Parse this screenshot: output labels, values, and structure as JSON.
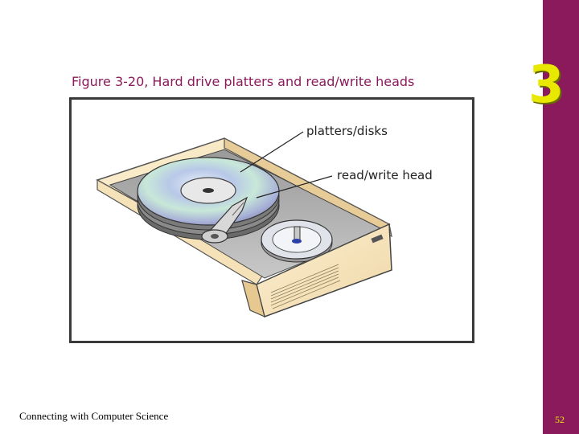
{
  "slide": {
    "chapter_number": "3",
    "figure_caption": "Figure 3-20, Hard drive platters and read/write heads",
    "labels": {
      "platters": "platters/disks",
      "head": "read/write head"
    },
    "footer": "Connecting with Computer Science",
    "page_number": "52"
  },
  "colors": {
    "accent": "#8b1a5c",
    "chapter_number": "#e8e800"
  }
}
